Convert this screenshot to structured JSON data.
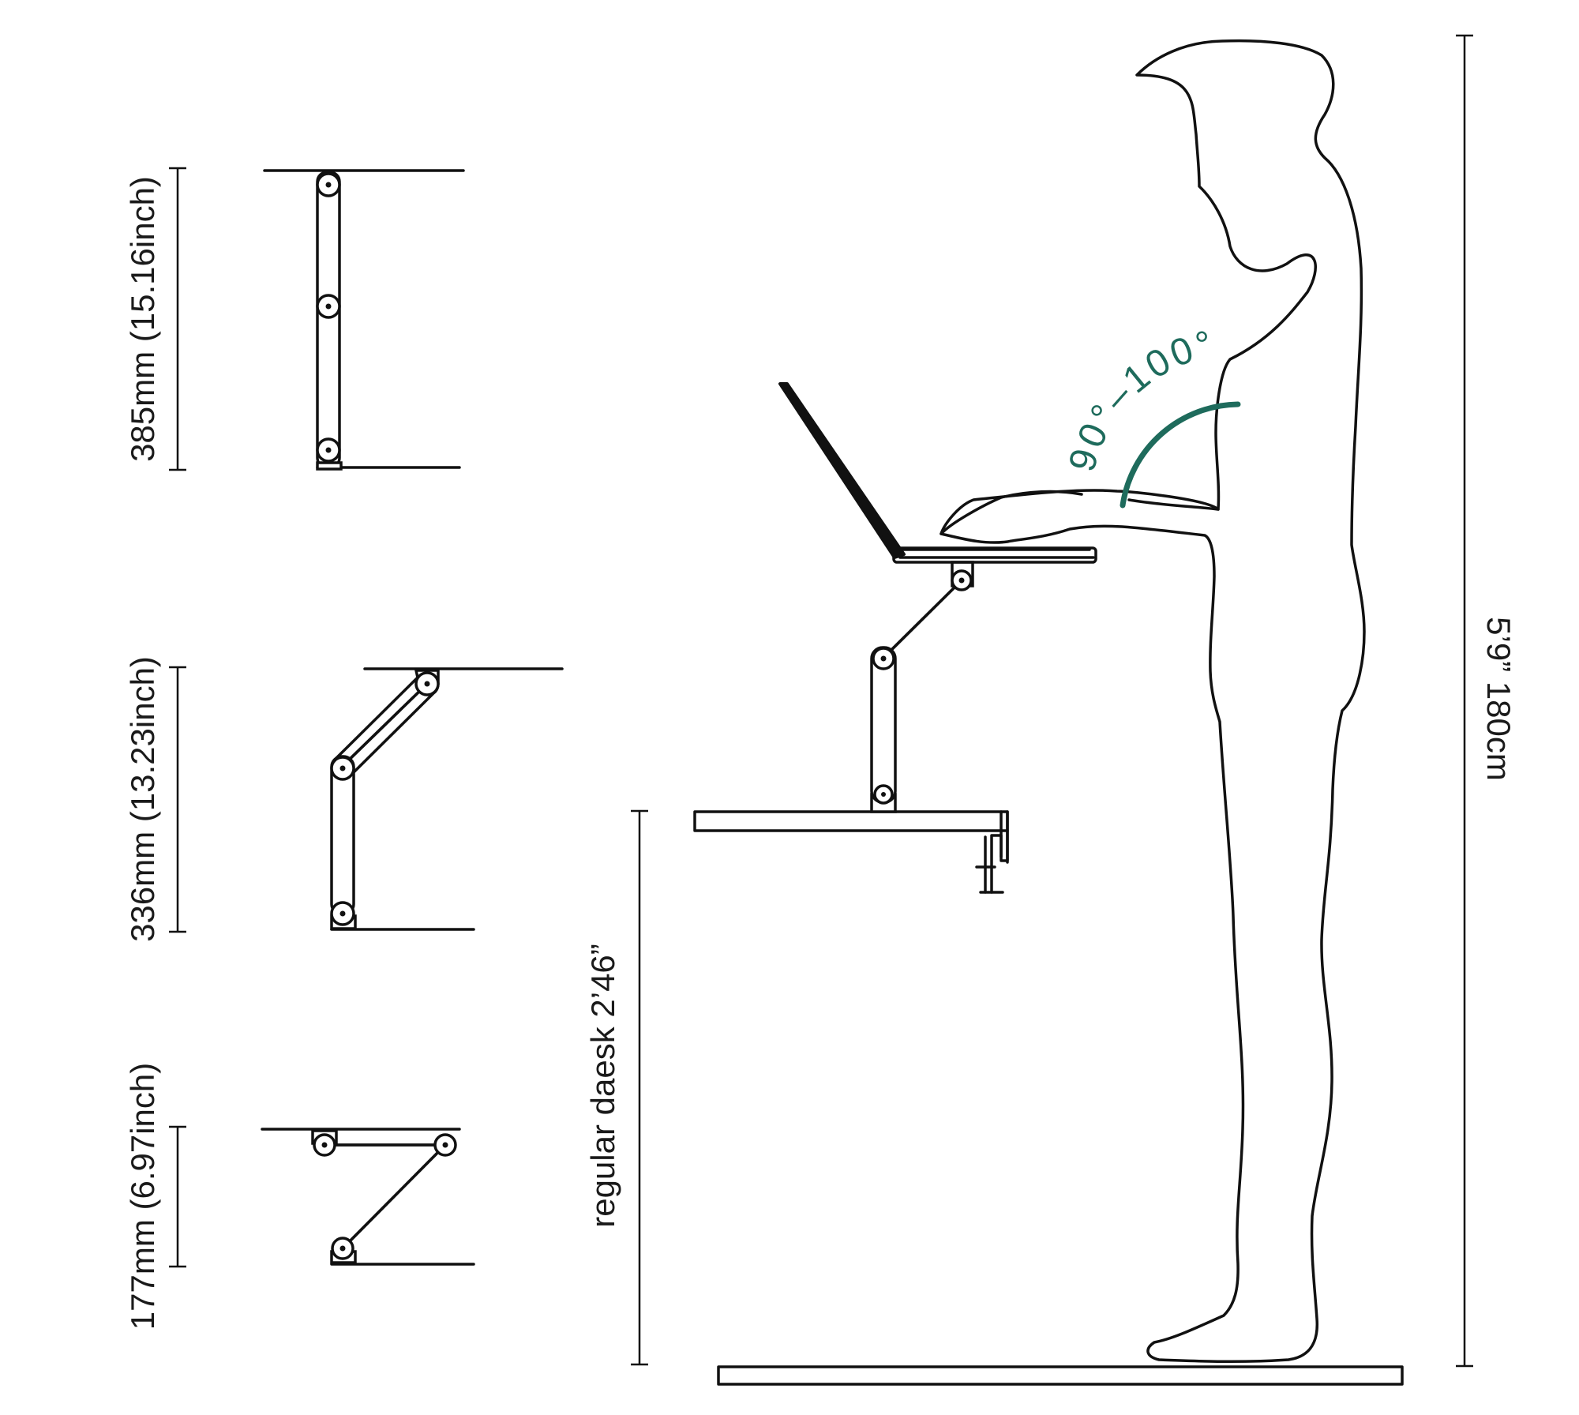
{
  "labels": {
    "height_tall": "385mm (15.16inch)",
    "height_mid": "336mm (13.23inch)",
    "height_low": "177mm (6.97inch)",
    "desk_height": "regular daesk 2’46”",
    "person_height": "5’9” 180cm",
    "arm_angle": "90°–100°"
  },
  "colors": {
    "line": "#111111",
    "accent": "#1e6b5c",
    "background": "#ffffff"
  }
}
